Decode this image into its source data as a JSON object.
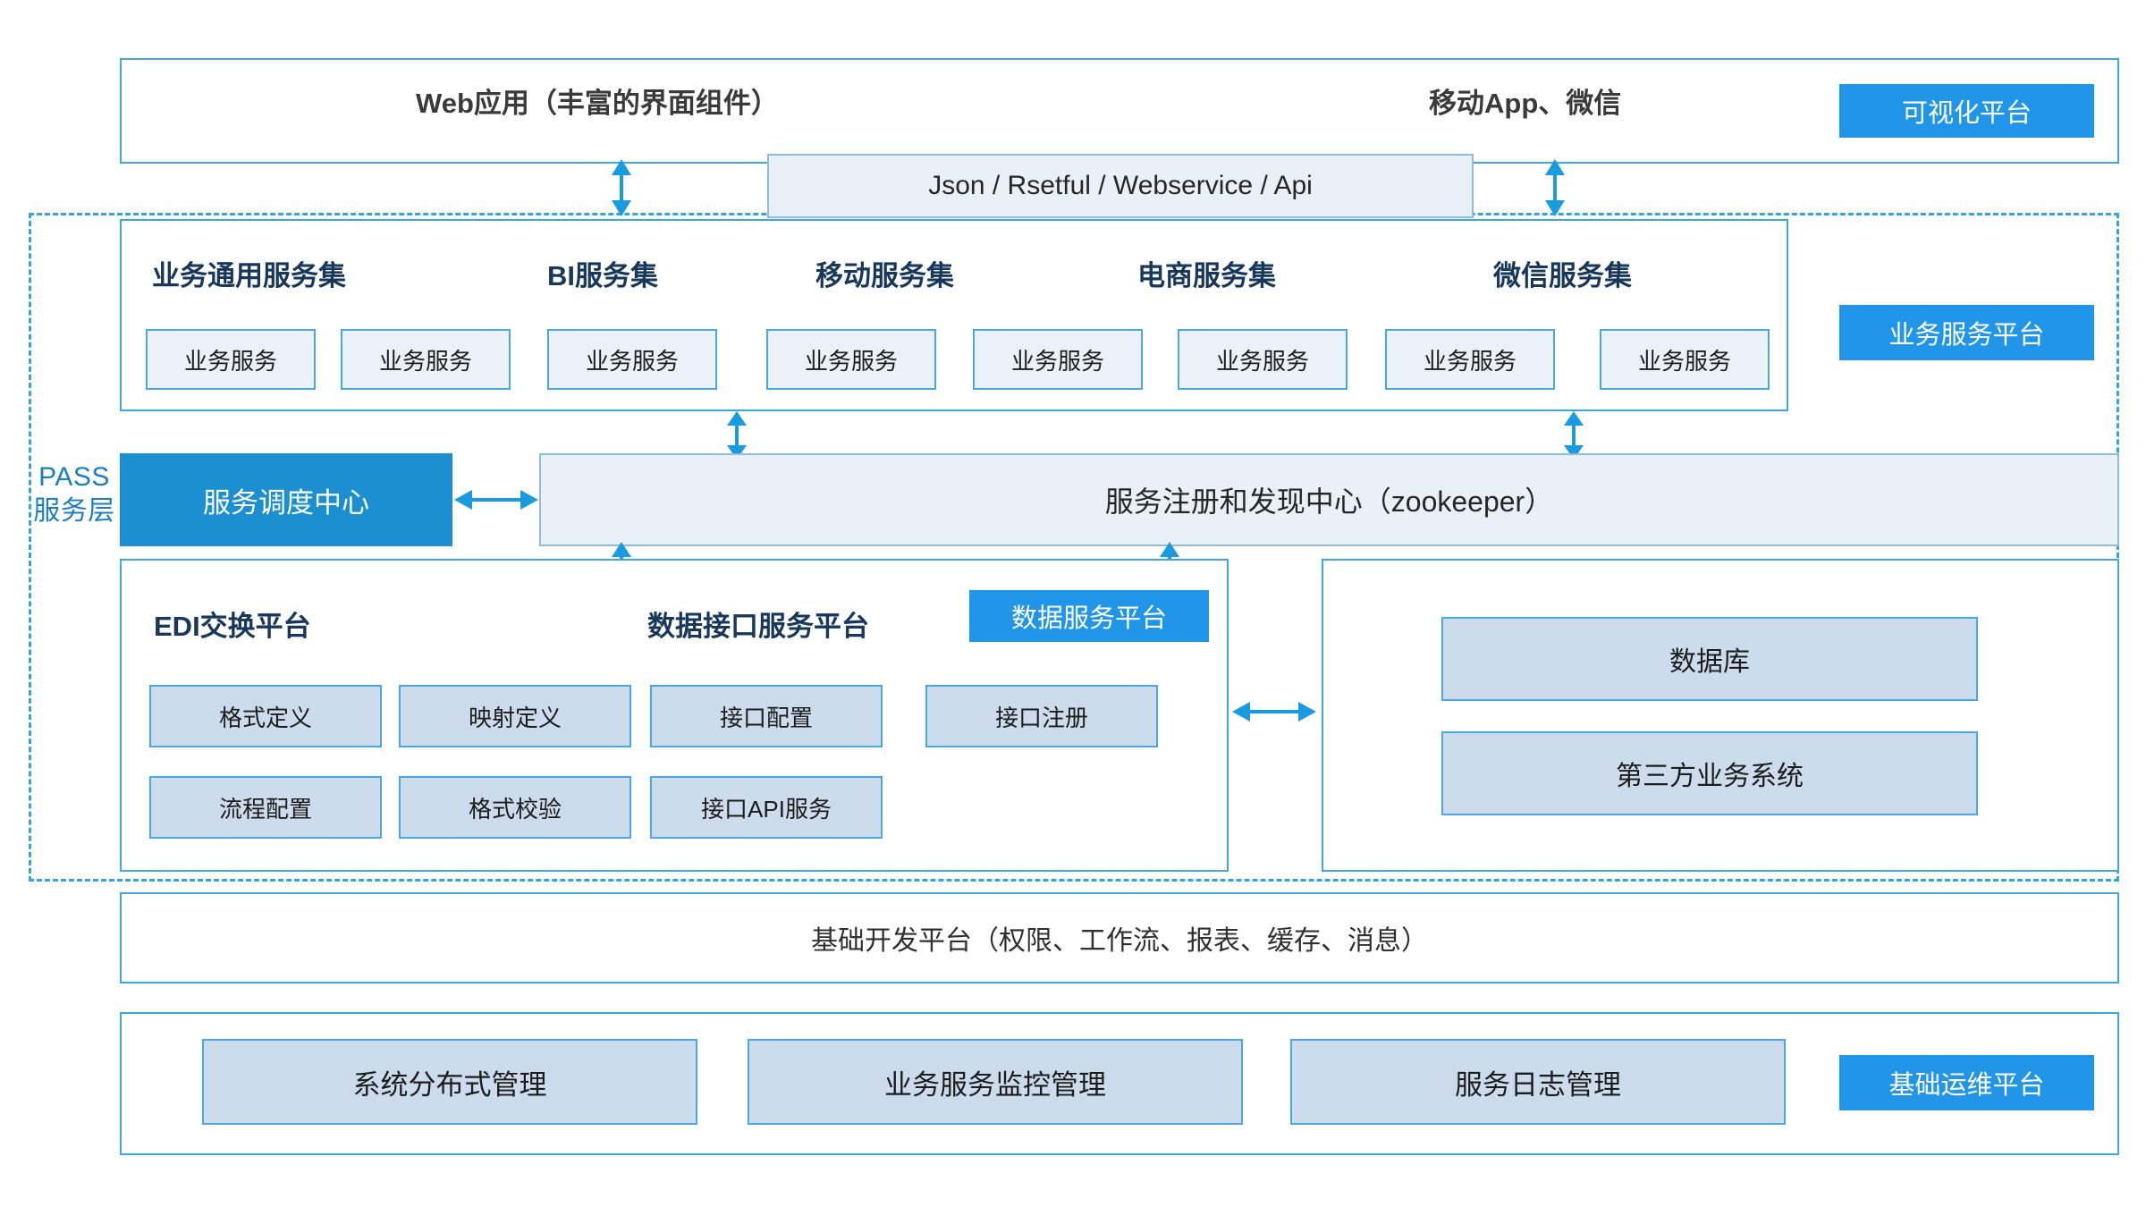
{
  "colors": {
    "accent_blue": "#2196e8",
    "border_blue": "#3ba9e0",
    "solid_blue": "#1b8fcf",
    "dashed_blue": "#34a4dd",
    "cell_fill": "#eaf1f8",
    "cell_fill_strong": "#ccdcec",
    "caption_navy": "#17385c",
    "pass_label": "#1b7fc4"
  },
  "layers": {
    "pass": {
      "label": "PASS\n服务层"
    }
  },
  "presentation_layer": {
    "web_app": "Web应用（丰富的界面组件）",
    "mobile_app": "移动App、微信",
    "badge": "可视化平台"
  },
  "protocol_bar": {
    "label": "Json  /  Rsetful  /  Webservice  /  Api"
  },
  "business_service_platform": {
    "badge": "业务服务平台",
    "service_sets": [
      {
        "title": "业务通用服务集",
        "services": [
          "业务服务",
          "业务服务"
        ]
      },
      {
        "title": "BI服务集",
        "services": [
          "业务服务"
        ]
      },
      {
        "title": "移动服务集",
        "services": [
          "业务服务",
          "业务服务"
        ]
      },
      {
        "title": "电商服务集",
        "services": [
          "业务服务"
        ]
      },
      {
        "title": "微信服务集",
        "services": [
          "业务服务",
          "业务服务"
        ]
      }
    ],
    "service_cells": [
      "业务服务",
      "业务服务",
      "业务服务",
      "业务服务",
      "业务服务",
      "业务服务",
      "业务服务",
      "业务服务"
    ]
  },
  "registry_row": {
    "dispatch_center": "服务调度中心",
    "registry_center": "服务注册和发现中心（zookeeper）"
  },
  "data_service_platform": {
    "badge": "数据服务平台",
    "edi_platform": {
      "title": "EDI交换平台",
      "items_row1": [
        "格式定义",
        "映射定义"
      ],
      "items_row2": [
        "流程配置",
        "格式校验"
      ]
    },
    "data_interface_platform": {
      "title": "数据接口服务平台",
      "items_row1": [
        "接口配置",
        "接口注册"
      ],
      "items_row2": [
        "接口API服务"
      ]
    }
  },
  "external_panel": {
    "items": [
      "数据库",
      "第三方业务系统"
    ]
  },
  "foundation_platform": {
    "label": "基础开发平台（权限、工作流、报表、缓存、消息）"
  },
  "ops_platform": {
    "badge": "基础运维平台",
    "items": [
      "系统分布式管理",
      "业务服务监控管理",
      "服务日志管理"
    ]
  },
  "icons": {
    "arrow_vertical": "double-headed-vertical-arrow-icon",
    "arrow_horizontal": "double-headed-horizontal-arrow-icon"
  }
}
